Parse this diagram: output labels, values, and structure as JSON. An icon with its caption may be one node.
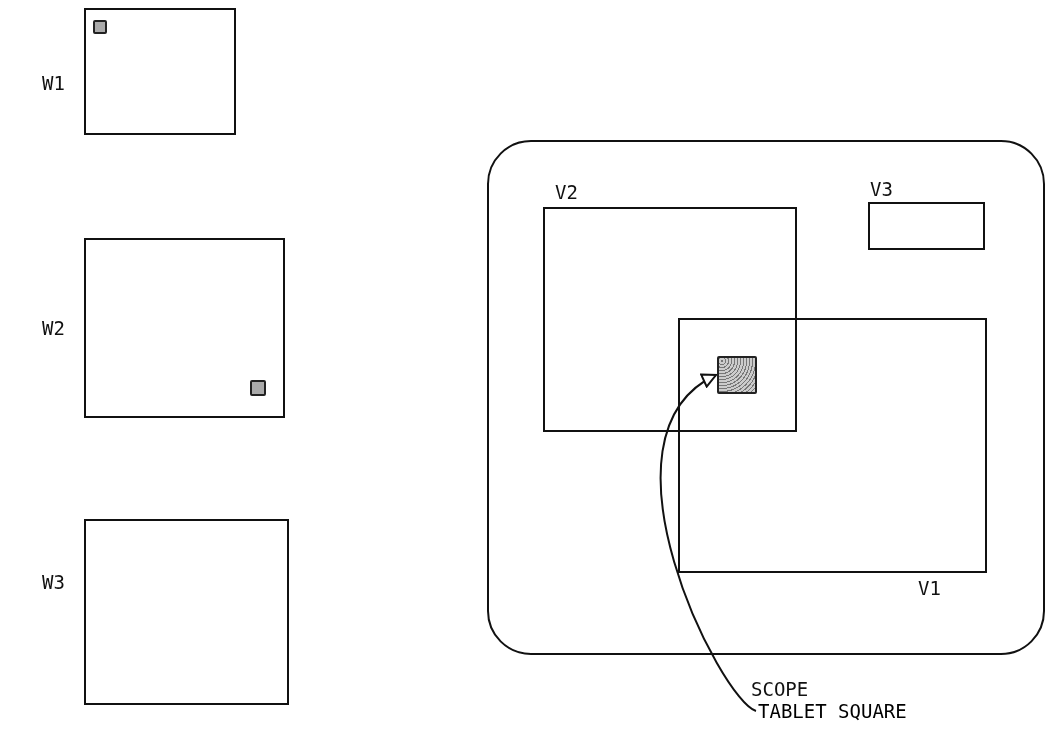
{
  "diagram": {
    "nodes": [
      {
        "text": [
          "W1"
        ]
      },
      {
        "text": [],
        "shape": "box",
        "in": 0
      },
      {
        "text": [
          "W2"
        ]
      },
      {
        "text": [],
        "shape": "box",
        "in": 2
      },
      {
        "text": [
          "W3"
        ]
      },
      {
        "text": [
          "SCOPE"
        ]
      },
      {
        "text": [
          "V2"
        ],
        "in": 5
      },
      {
        "text": [
          "V3"
        ],
        "in": 5
      },
      {
        "text": [
          "V1"
        ],
        "in": 5
      },
      {
        "text": [],
        "shape": "box"
      },
      {
        "text": [
          "TABLET SQUARE"
        ]
      }
    ],
    "edges": [
      {
        "from": 10,
        "to": 9,
        "arrow": "to"
      }
    ]
  }
}
